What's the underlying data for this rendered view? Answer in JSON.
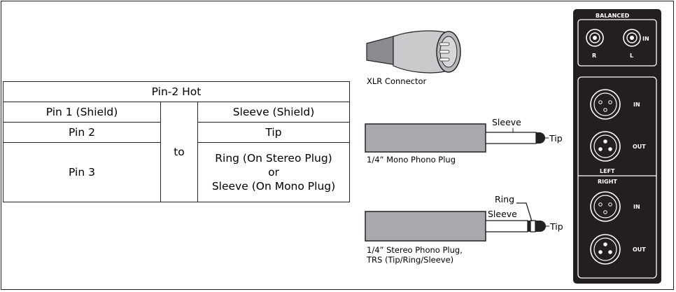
{
  "table": {
    "header": "Pin-2 Hot",
    "to": "to",
    "rows": [
      {
        "pin": "Pin 1 (Shield)",
        "plug": [
          "Sleeve (Shield)"
        ]
      },
      {
        "pin": "Pin 2",
        "plug": [
          "Tip"
        ]
      },
      {
        "pin": "Pin 3",
        "plug": [
          "Ring (On Stereo Plug)",
          "or",
          "Sleeve (On Mono Plug)"
        ]
      }
    ]
  },
  "connectors": {
    "xlr": {
      "caption": "XLR Connector"
    },
    "mono": {
      "caption": "1/4” Mono Phono Plug",
      "sleeve": "Sleeve",
      "tip": "Tip"
    },
    "stereo": {
      "caption": [
        "1/4” Stereo Phono Plug,",
        "TRS (Tip/Ring/Sleeve)"
      ],
      "ring": "Ring",
      "sleeve": "Sleeve",
      "tip": "Tip"
    }
  },
  "panel": {
    "balanced": "BALANCED",
    "balanced_in": "IN",
    "jack_r": "R",
    "jack_l": "L",
    "left_label": "LEFT",
    "right_label": "RIGHT",
    "in_label": "IN",
    "out_label": "OUT"
  },
  "colors": {
    "panel": "#231f20",
    "plug_body": "#a7a9ac",
    "line": "#222222"
  }
}
